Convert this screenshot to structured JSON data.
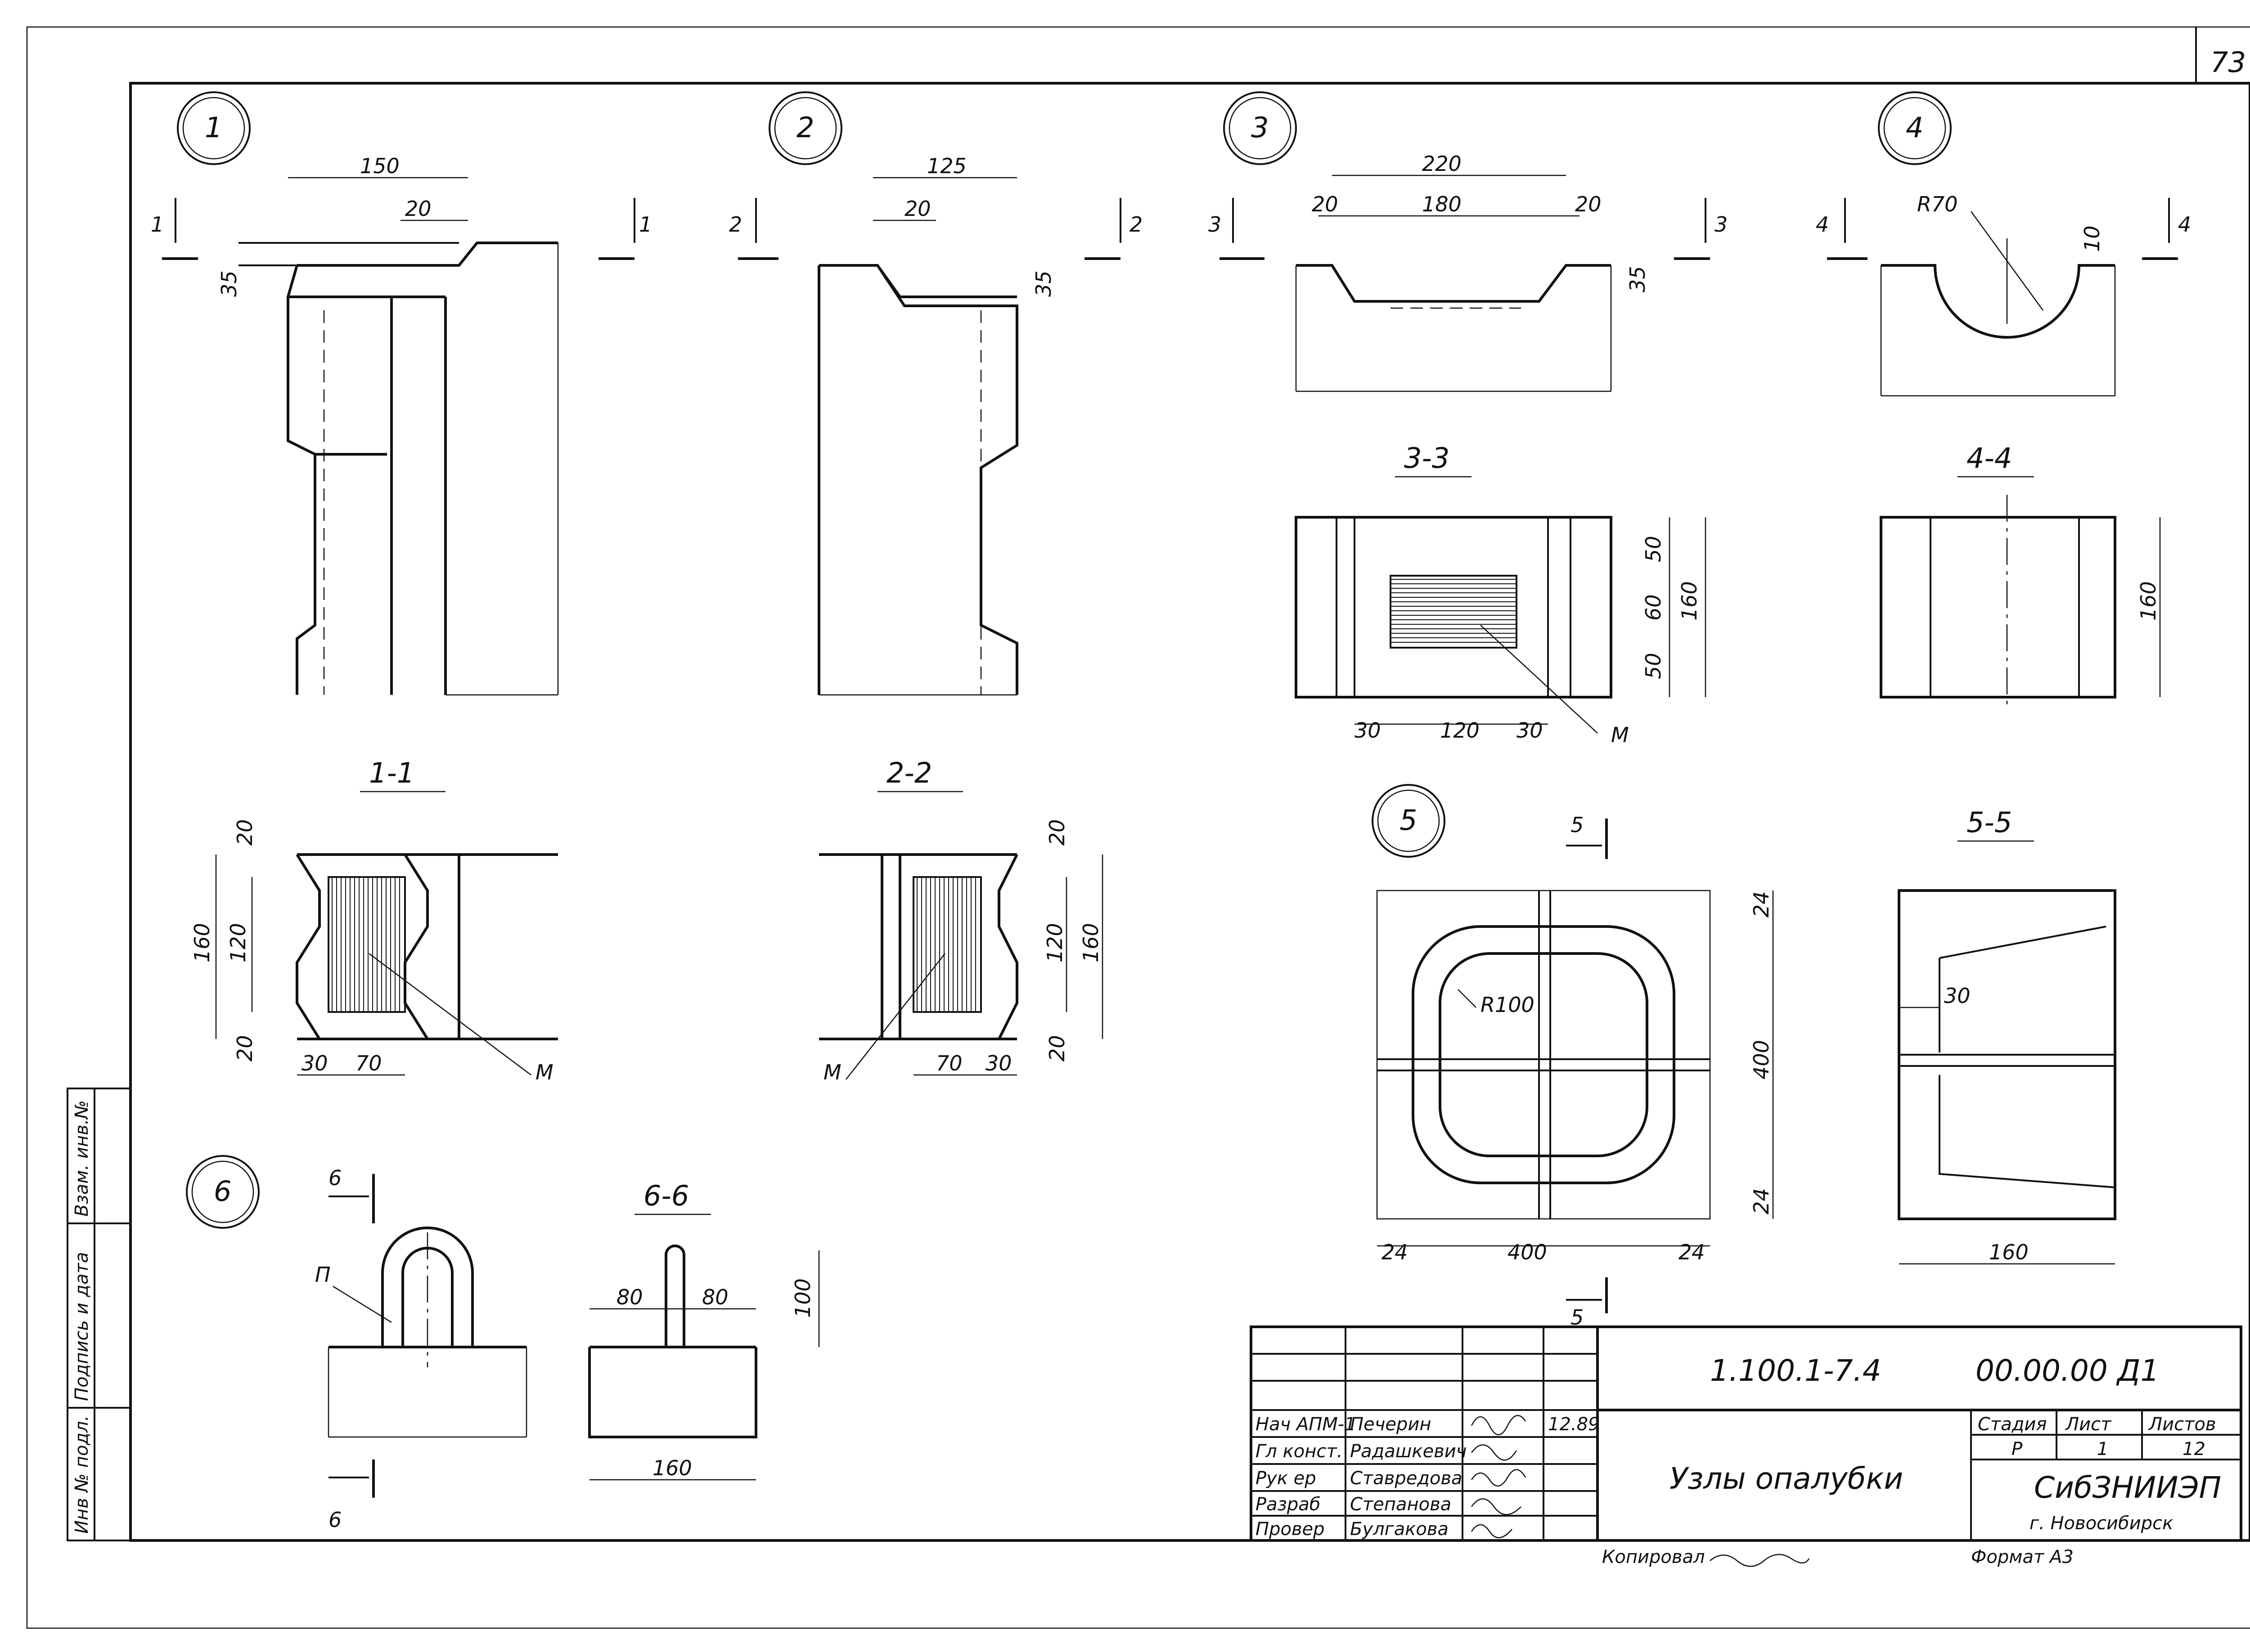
{
  "sheet": {
    "page_number": "73",
    "side_stamp": [
      "Инв № подл.",
      "Подпись и дата",
      "Взам. инв.№"
    ]
  },
  "nodes": {
    "n1": {
      "label": "1",
      "dims": [
        "150",
        "20",
        "35"
      ],
      "cut": "1"
    },
    "n2": {
      "label": "2",
      "dims": [
        "125",
        "20",
        "35"
      ],
      "cut": "2"
    },
    "n3": {
      "label": "3",
      "dims": [
        "220",
        "20",
        "180",
        "20",
        "35"
      ],
      "cut": "3"
    },
    "n4": {
      "label": "4",
      "dims": [
        "R70",
        "10"
      ],
      "cut": "4"
    },
    "n5": {
      "label": "5",
      "dims": [
        "R100",
        "24",
        "400",
        "24",
        "24",
        "400",
        "24"
      ],
      "cut": "5"
    },
    "n6": {
      "label": "6",
      "dims": [
        "П"
      ],
      "cut": "6"
    }
  },
  "sections": {
    "s11": {
      "title": "1-1",
      "dims": [
        "20",
        "160",
        "120",
        "20",
        "30",
        "70"
      ],
      "mark": "M"
    },
    "s22": {
      "title": "2-2",
      "dims": [
        "20",
        "120",
        "160",
        "20",
        "70",
        "30"
      ],
      "mark": "M"
    },
    "s33": {
      "title": "3-3",
      "dims": [
        "50",
        "60",
        "50",
        "160",
        "30",
        "120",
        "30"
      ],
      "mark": "M"
    },
    "s44": {
      "title": "4-4",
      "dims": [
        "160"
      ]
    },
    "s55": {
      "title": "5-5",
      "dims": [
        "30",
        "160"
      ]
    },
    "s66": {
      "title": "6-6",
      "dims": [
        "80",
        "80",
        "100",
        "160"
      ]
    }
  },
  "title_block": {
    "doc_code": "1.100.1-7.4",
    "doc_number": "00.00.00 Д1",
    "title": "Узлы опалубки",
    "rows": [
      {
        "role": "Нач АПМ-1",
        "name": "Печерин",
        "date": "12.89"
      },
      {
        "role": "Гл конст.",
        "name": "Радашкевич",
        "date": ""
      },
      {
        "role": "Рук ер",
        "name": "Ставредова",
        "date": ""
      },
      {
        "role": "Разраб",
        "name": "Степанова",
        "date": ""
      },
      {
        "role": "Провер",
        "name": "Булгакова",
        "date": ""
      }
    ],
    "stage_header": "Стадия",
    "sheet_header": "Лист",
    "sheets_header": "Листов",
    "stage": "Р",
    "sheet": "1",
    "sheets": "12",
    "org": "СибЗНИИЭП",
    "city": "г. Новосибирск",
    "copied": "Копировал",
    "format": "Формат А3"
  }
}
